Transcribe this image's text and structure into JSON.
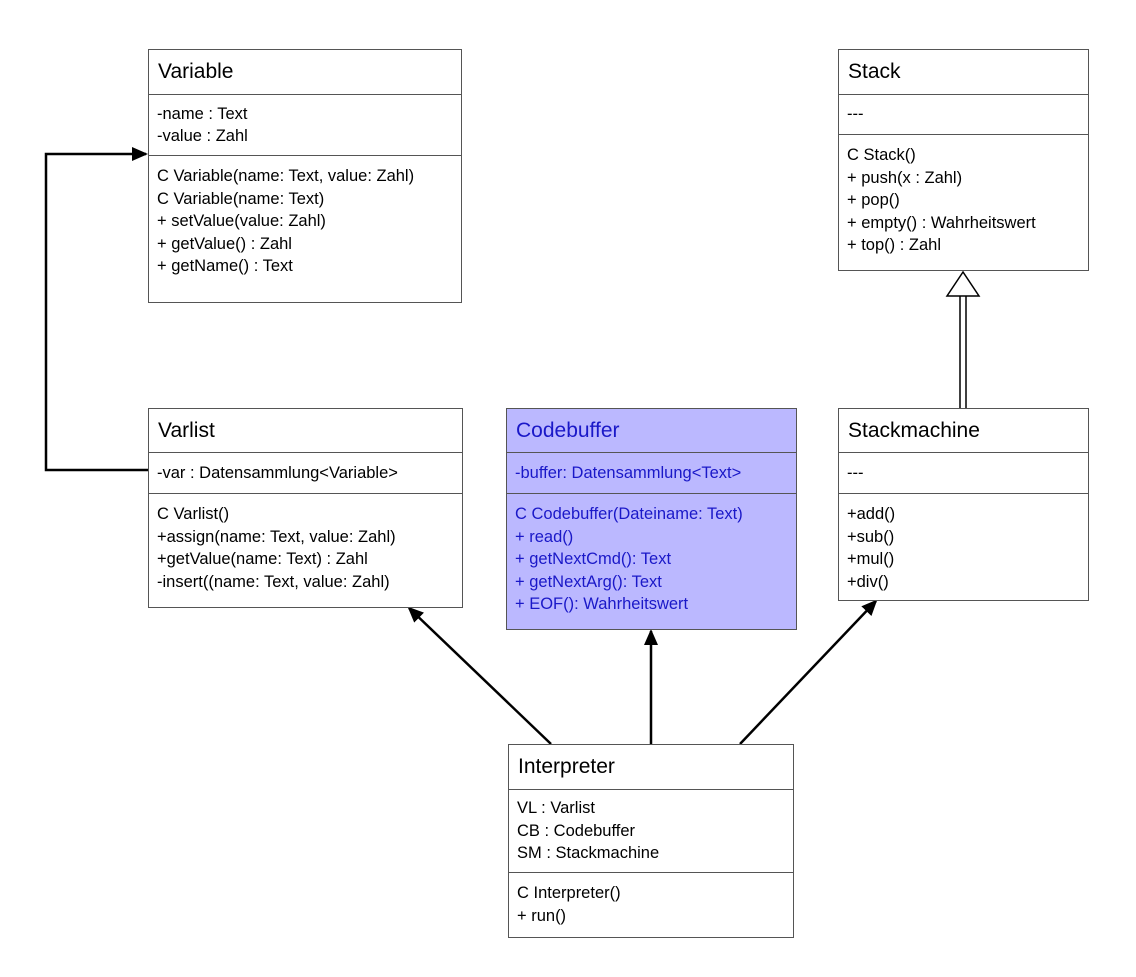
{
  "classes": {
    "variable": {
      "name": "Variable",
      "attributes": [
        "-name : Text",
        "-value : Zahl"
      ],
      "operations": [
        "C Variable(name: Text, value: Zahl)",
        "C Variable(name: Text)",
        "+ setValue(value:  Zahl)",
        "+ getValue() : Zahl",
        "+ getName() : Text"
      ]
    },
    "stack": {
      "name": "Stack",
      "attributes": [
        "---"
      ],
      "operations": [
        "C Stack()",
        "+ push(x : Zahl)",
        "+ pop()",
        "+ empty() : Wahrheitswert",
        "+ top() : Zahl"
      ]
    },
    "varlist": {
      "name": "Varlist",
      "attributes": [
        "-var : Datensammlung<Variable>"
      ],
      "operations": [
        "C Varlist()",
        "+assign(name: Text, value: Zahl)",
        "+getValue(name: Text) : Zahl",
        "-insert((name: Text, value: Zahl)"
      ]
    },
    "codebuffer": {
      "name": "Codebuffer",
      "attributes": [
        "-buffer: Datensammlung<Text>"
      ],
      "operations": [
        "C Codebuffer(Dateiname: Text)",
        "+ read()",
        "+ getNextCmd(): Text",
        "+ getNextArg(): Text",
        "+ EOF(): Wahrheitswert"
      ]
    },
    "stackmachine": {
      "name": "Stackmachine",
      "attributes": [
        "---"
      ],
      "operations": [
        "+add()",
        "+sub()",
        "+mul()",
        "+div()"
      ]
    },
    "interpreter": {
      "name": "Interpreter",
      "attributes": [
        "VL : Varlist",
        "CB : Codebuffer",
        "SM : Stackmachine"
      ],
      "operations": [
        "C Interpreter()",
        "+ run()"
      ]
    }
  },
  "colors": {
    "highlight_fill": "#bbb8ff",
    "highlight_text": "#1a18c8",
    "border": "#555555",
    "line": "#000000"
  }
}
